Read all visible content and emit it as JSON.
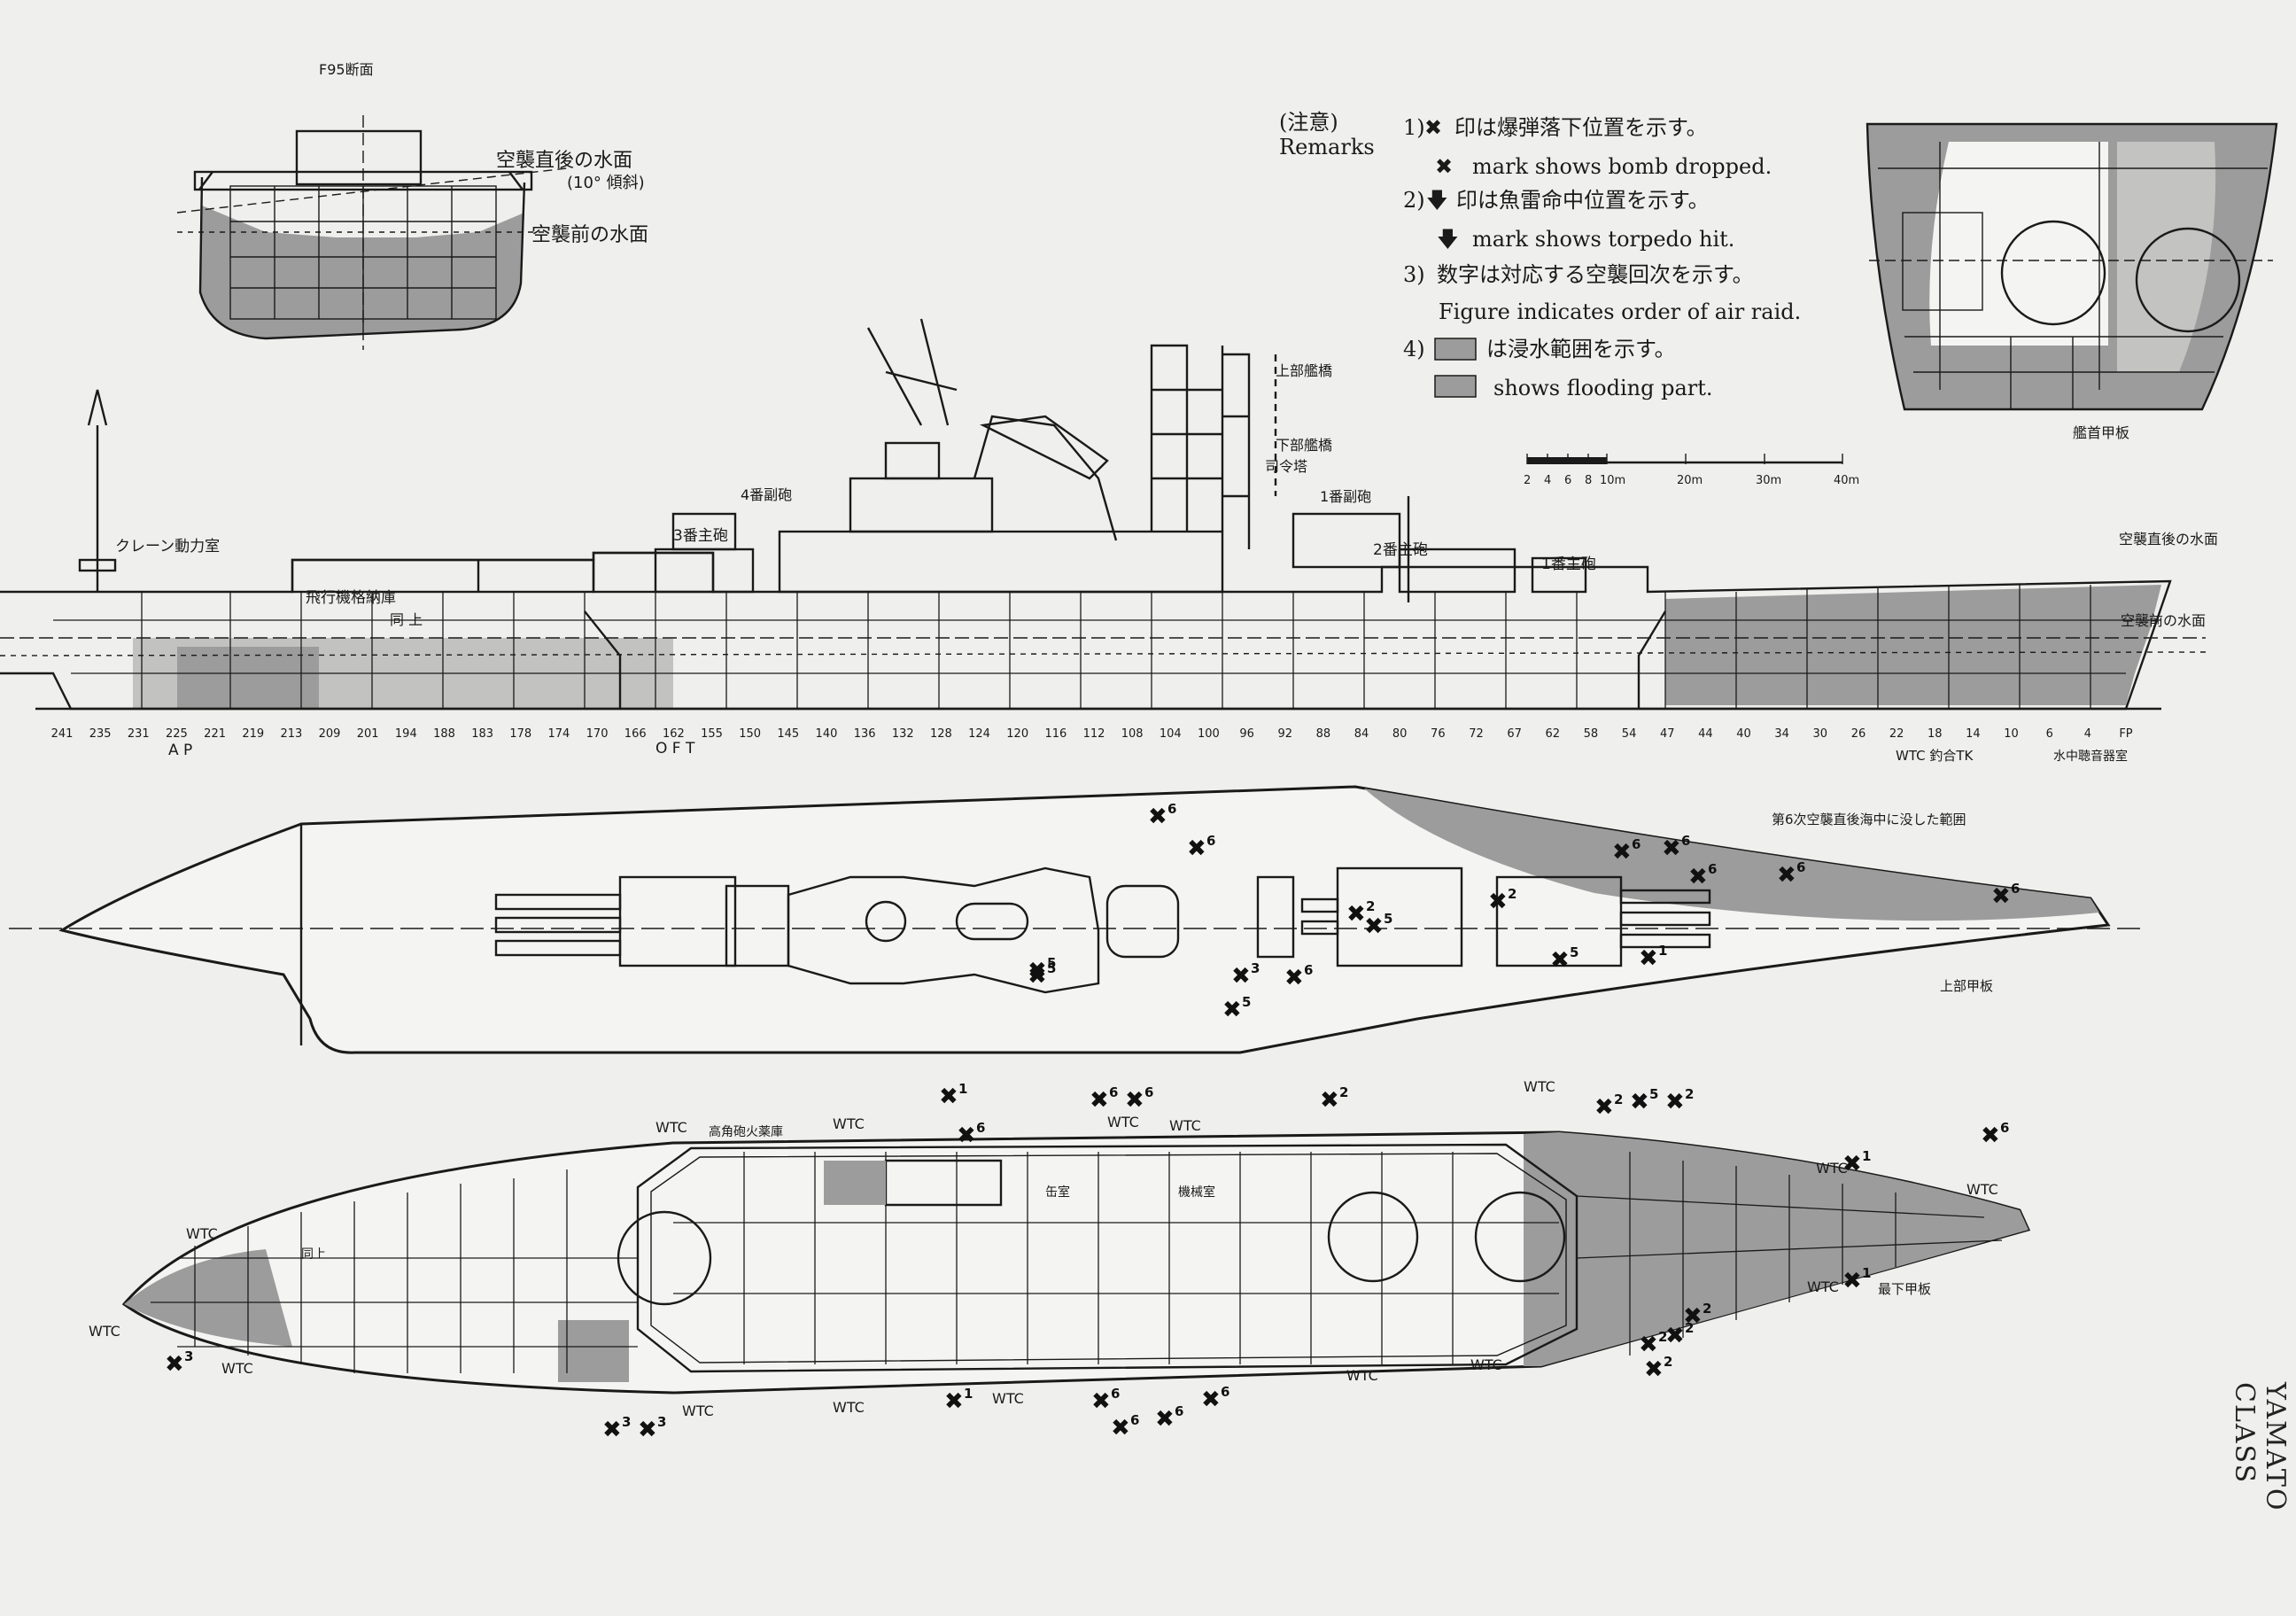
{
  "remarks": {
    "heading_jp": "(注意)",
    "heading_en": "Remarks",
    "items": [
      {
        "num": "1)",
        "jp": "印は爆弾落下位置を示す。",
        "en": "mark shows bomb dropped."
      },
      {
        "num": "2)",
        "jp": "印は魚雷命中位置を示す。",
        "en": "mark shows torpedo hit."
      },
      {
        "num": "3)",
        "jp": "数字は対応する空襲回次を示す。",
        "en": "Figure indicates order of air raid."
      },
      {
        "num": "4)",
        "jp": "は浸水範囲を示す。",
        "en": "shows flooding part."
      }
    ]
  },
  "section_view": {
    "title": "F95断面",
    "waterline_after": "空襲直後の水面",
    "heel": "(10° 傾斜)",
    "waterline_before": "空襲前の水面"
  },
  "bow_section": {
    "caption": "艦首甲板"
  },
  "scale_bar": {
    "ticks": [
      "2",
      "4",
      "6",
      "8",
      "10m",
      "20m",
      "30m",
      "40m"
    ]
  },
  "profile": {
    "labels": {
      "crane": "クレーン動力室",
      "aircraft": "飛行機格納庫",
      "same": "同 上",
      "turret3": "3番主砲",
      "turret2": "2番主砲",
      "turret1": "1番主砲",
      "gun4": "4番副砲",
      "gun1": "1番副砲",
      "upper_bridge": "上部艦橋",
      "lower_bridge": "下部艦橋",
      "command": "司令塔",
      "waterline_after": "空襲直後の水面",
      "waterline_before": "空襲前の水面"
    },
    "frames": [
      "241",
      "235",
      "231",
      "225",
      "221",
      "219",
      "213",
      "209",
      "201",
      "194",
      "188",
      "183",
      "178",
      "174",
      "170",
      "166",
      "162",
      "155",
      "150",
      "145",
      "140",
      "136",
      "132",
      "128",
      "124",
      "120",
      "116",
      "112",
      "108",
      "104",
      "100",
      "96",
      "92",
      "88",
      "84",
      "80",
      "76",
      "72",
      "67",
      "62",
      "58",
      "54",
      "47",
      "44",
      "40",
      "34",
      "30",
      "26",
      "22",
      "18",
      "14",
      "10",
      "6",
      "4",
      "FP"
    ],
    "bottom_labels": {
      "oft": "O F T",
      "ap": "A P",
      "wtc": "WTC 釣合TK",
      "fp_note": "水中聴音器室"
    }
  },
  "upper_deck": {
    "caption": "上部甲板",
    "flood_note": "第6次空襲直後海中に没した範囲"
  },
  "lower_deck": {
    "caption": "最下甲板",
    "wtc": "WTC",
    "labels": {
      "aa_mag": "高角砲火薬庫",
      "boiler": "缶室",
      "engine": "機械室",
      "same": "同上"
    }
  },
  "bomb_marks_upper": [
    "6",
    "6",
    "6",
    "6",
    "6",
    "6",
    "6",
    "5",
    "5",
    "5",
    "2",
    "5",
    "1",
    "6",
    "3",
    "5",
    "2"
  ],
  "bomb_marks_lower": [
    "1",
    "6",
    "6",
    "6",
    "2",
    "2",
    "5",
    "2",
    "1",
    "1",
    "3",
    "3",
    "3",
    "6",
    "6",
    "6",
    "6",
    "2",
    "2",
    "2",
    "2",
    "1",
    "6"
  ],
  "spine_text": "YAMATO CLASS",
  "colors": {
    "flood": "#9c9c9c",
    "paper": "#efefed",
    "ink": "#1a1a1a"
  }
}
